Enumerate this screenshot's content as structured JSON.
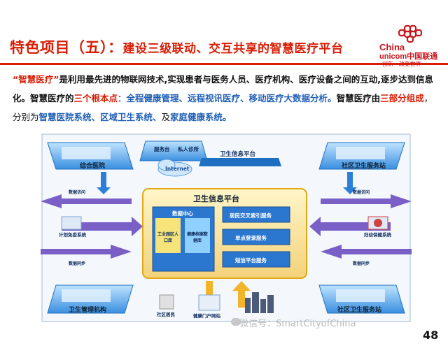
{
  "slide": {
    "title_main": "特色项目（五）：",
    "title_sub": "建设三级联动、交互共享的智慧医疗平台",
    "page_number": "48"
  },
  "logo": {
    "line1": "China",
    "line2": "unicom中国联通",
    "slogan": "创新 · 改变世界",
    "color": "#c8161d"
  },
  "paragraph": {
    "q_open": "“",
    "term": "智慧医疗",
    "q_close": "”",
    "p1": "是利用最先进的物联网技术,实现患者与医务人员、医疗机构、医疗设备之间的互动,逐步达到信息化。智慧医疗的",
    "p2": "三个根本点",
    "p3": "：",
    "p4": "全程健康管理、远程视讯医疗、移动医疗大数据分析。",
    "p5": "智慧医疗由",
    "p6": "三部分组成",
    "p7": "，分别为",
    "p8": "智慧医院系统、区域卫生系统、",
    "p9": "及",
    "p10": "家庭健康系统。"
  },
  "diagram": {
    "center_title": "卫生信息平台",
    "top_bar_label": "卫生信息平台",
    "data_center": "数据中心",
    "db1": "工业园区人口库",
    "db2": "健康档案数据库",
    "services": [
      "居民交叉索引服务",
      "单点登录服务",
      "短信平台服务"
    ],
    "internet": "Internet",
    "top_left_panel": "综合医院",
    "top_right_panel": "社区卫生服务站",
    "bottom_left_panel": "卫生管理机构",
    "bottom_right_panel": "社区卫生服务站",
    "left_small": "计划免疫系统",
    "right_small": "妇幼保健系统",
    "bottom_mid1": "社区居民",
    "bottom_mid2": "健康门户网站",
    "top_mid1": "服务台",
    "top_mid2": "私人诊所",
    "arrow_labels": [
      "数据访问",
      "数据同步"
    ]
  },
  "colors": {
    "brand_red": "#d81e06",
    "highlight_blue": "#1f5fb6",
    "panel_blue": "#1f7ed0",
    "arrow_purple": "#7a5fc7",
    "arrow_orange": "#f2b429",
    "arrow_blue": "#2c7fd8"
  },
  "watermark": "微信号：SmartCityofChina"
}
